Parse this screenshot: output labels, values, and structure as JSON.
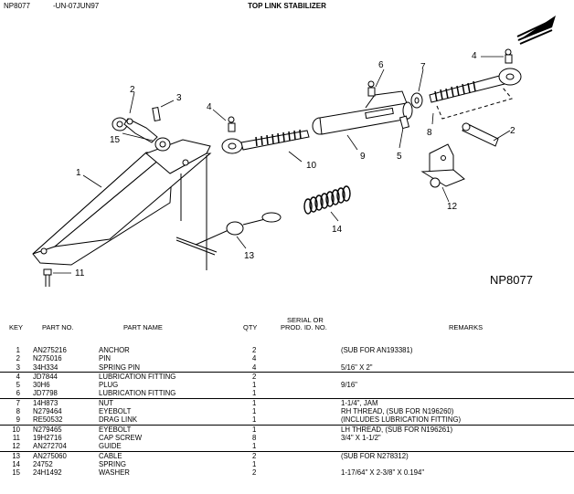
{
  "header": {
    "doc_code": "NP8077",
    "revision": "-UN-07JUN97",
    "title": "TOP LINK STABILIZER"
  },
  "figure": {
    "id": "NP8077",
    "callouts": [
      "1",
      "2",
      "3",
      "15",
      "4",
      "10",
      "9",
      "6",
      "7",
      "5",
      "8",
      "4",
      "2",
      "12",
      "14",
      "13",
      "11"
    ]
  },
  "table": {
    "headers": {
      "key": "KEY",
      "part_no": "PART NO.",
      "part_name": "PART NAME",
      "qty": "QTY",
      "serial_line1": "SERIAL OR",
      "serial_line2": "PROD. ID. NO.",
      "remarks": "REMARKS"
    },
    "rows": [
      {
        "key": "1",
        "part": "AN275216",
        "name": "ANCHOR",
        "qty": "2",
        "remarks": "(SUB FOR AN193381)"
      },
      {
        "key": "2",
        "part": "N275016",
        "name": "PIN",
        "qty": "4",
        "remarks": ""
      },
      {
        "key": "3",
        "part": "34H334",
        "name": "SPRING PIN",
        "qty": "4",
        "remarks": "5/16\" X 2\""
      },
      {
        "key": "4",
        "part": "JD7844",
        "name": "LUBRICATION FITTING",
        "qty": "2",
        "remarks": ""
      },
      {
        "key": "5",
        "part": "30H6",
        "name": "PLUG",
        "qty": "1",
        "remarks": "9/16\""
      },
      {
        "key": "6",
        "part": "JD7798",
        "name": "LUBRICATION FITTING",
        "qty": "1",
        "remarks": ""
      },
      {
        "key": "7",
        "part": "14H873",
        "name": "NUT",
        "qty": "1",
        "remarks": "1-1/4\", JAM"
      },
      {
        "key": "8",
        "part": "N279464",
        "name": "EYEBOLT",
        "qty": "1",
        "remarks": "RH THREAD, (SUB FOR N196260)"
      },
      {
        "key": "9",
        "part": "RE50532",
        "name": "DRAG LINK",
        "qty": "1",
        "remarks": "(INCLUDES LUBRICATION FITTING)"
      },
      {
        "key": "10",
        "part": "N279465",
        "name": "EYEBOLT",
        "qty": "1",
        "remarks": "LH THREAD, (SUB FOR N196261)"
      },
      {
        "key": "11",
        "part": "19H2716",
        "name": "CAP SCREW",
        "qty": "8",
        "remarks": "3/4\" X 1-1/2\""
      },
      {
        "key": "12",
        "part": "AN272704",
        "name": "GUIDE",
        "qty": "1",
        "remarks": ""
      },
      {
        "key": "13",
        "part": "AN275060",
        "name": "CABLE",
        "qty": "2",
        "remarks": "(SUB FOR N278312)"
      },
      {
        "key": "14",
        "part": "24752",
        "name": "SPRING",
        "qty": "1",
        "remarks": ""
      },
      {
        "key": "15",
        "part": "24H1492",
        "name": "WASHER",
        "qty": "2",
        "remarks": "1-17/64\" X 2-3/8\" X 0.194\""
      }
    ]
  }
}
